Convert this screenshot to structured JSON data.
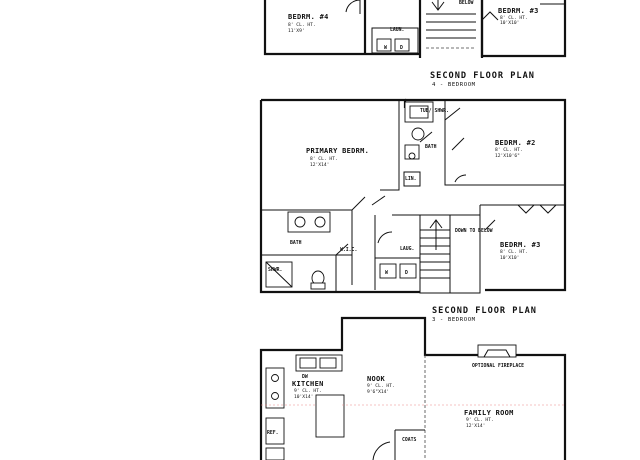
{
  "plans": [
    {
      "title": "SECOND FLOOR PLAN",
      "subtitle": "4 - BEDROOM",
      "rooms": {
        "bedroom4": {
          "name": "BEDRM. #4",
          "ceiling": "8' CL. HT.",
          "size": "11'X9'"
        },
        "laundry": {
          "name": "LAUN."
        },
        "bedroom3": {
          "name": "BEDRM. #3",
          "ceiling": "8' CL. HT.",
          "size": "10'X10'"
        },
        "stair_note": "BELOW"
      }
    },
    {
      "title": "SECOND FLOOR PLAN",
      "subtitle": "3 - BEDROOM",
      "rooms": {
        "primary": {
          "name": "PRIMARY BEDRM.",
          "ceiling": "8' CL. HT.",
          "size": "12'X14'"
        },
        "bath1": {
          "name": "BATH"
        },
        "tub": {
          "name": "TUB/ SHWR."
        },
        "linen": {
          "name": "LIN."
        },
        "bedroom2": {
          "name": "BEDRM. #2",
          "ceiling": "8' CL. HT.",
          "size": "12'X10'6\""
        },
        "bath2": {
          "name": "BATH"
        },
        "wic": {
          "name": "W.I.C."
        },
        "laundry": {
          "name": "LAUG."
        },
        "stair_note": "DOWN TO BELOW",
        "shower": {
          "name": "SHWR."
        },
        "bedroom3": {
          "name": "BEDRM. #3",
          "ceiling": "8' CL. HT.",
          "size": "10'X10'"
        }
      }
    },
    {
      "rooms": {
        "nook": {
          "name": "NOOK",
          "ceiling": "9' CL. HT.",
          "size": "9'6\"X14'"
        },
        "kitchen": {
          "name": "KITCHEN",
          "ceiling": "9' CL. HT.",
          "size": "10'X14'"
        },
        "fireplace": {
          "name": "OPTIONAL FIREPLACE"
        },
        "family": {
          "name": "FAMILY ROOM",
          "ceiling": "9' CL. HT.",
          "size": "12'X14'"
        },
        "pantry": {
          "name": "REF."
        },
        "closet": {
          "name": "COATS"
        },
        "dw": {
          "name": "DW"
        }
      }
    }
  ]
}
